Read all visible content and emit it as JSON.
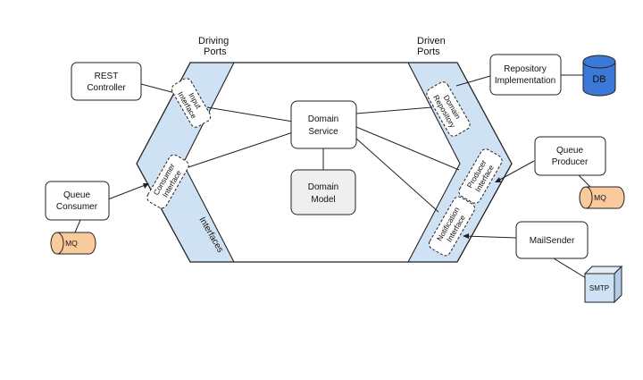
{
  "headers": {
    "driving": [
      "Driving",
      "Ports"
    ],
    "driven": [
      "Driven",
      "Ports"
    ]
  },
  "band_label": "Interfaces",
  "core": {
    "domain_service": [
      "Domain",
      "Service"
    ],
    "domain_model": [
      "Domain",
      "Model"
    ]
  },
  "ports": {
    "input_interface": [
      "Input",
      "Interface"
    ],
    "consumer_interface": [
      "Consumer",
      "Interface"
    ],
    "domain_repository": [
      "Domain",
      "Repository"
    ],
    "producer_interface": [
      "Producer",
      "Interface"
    ],
    "notification_interface": [
      "Notification",
      "Interface"
    ]
  },
  "adapters": {
    "rest_controller": [
      "REST",
      "Controller"
    ],
    "queue_consumer": [
      "Queue",
      "Consumer"
    ],
    "repository_implementation": [
      "Repository",
      "Implementation"
    ],
    "queue_producer": [
      "Queue",
      "Producer"
    ],
    "mail_sender": "MailSender"
  },
  "infra": {
    "db": "DB",
    "mq_left": "MQ",
    "mq_right": "MQ",
    "smtp": "SMTP"
  },
  "colors": {
    "band": "#cfe2f3",
    "db": "#3c78d8",
    "mq": "#f9cb9c",
    "model": "#efefef",
    "smtp": "#cfe2f3"
  }
}
